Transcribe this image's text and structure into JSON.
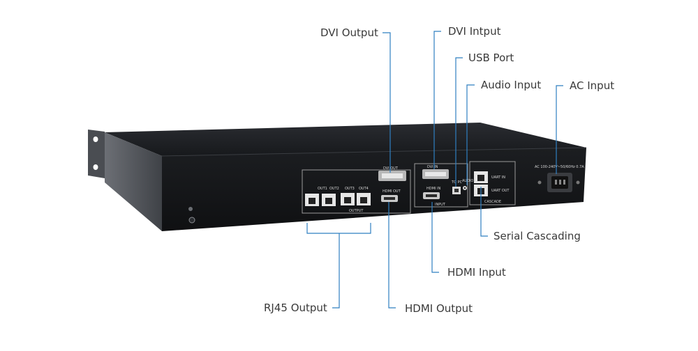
{
  "callouts": {
    "dvi_output": "DVI Output",
    "dvi_input": "DVI Intput",
    "usb_port": "USB Port",
    "audio_input": "Audio Input",
    "ac_input": "AC Input",
    "serial_cascading": "Serial Cascading",
    "hdmi_input": "HDMI Input",
    "rj45_output": "RJ45 Output",
    "hdmi_output": "HDMI Output"
  },
  "panel_labels": {
    "out1": "OUT1",
    "out2": "OUT2",
    "out3": "OUT3",
    "out4": "OUT4",
    "output": "OUTPUT",
    "hdmi_out": "HDMI OUT",
    "dvi_out": "DVI OUT",
    "dvi_in": "DVI IN",
    "hdmi_in": "HDMI IN",
    "to_pc": "TO PC",
    "audio": "AUDIO",
    "input": "INPUT",
    "uart_in": "UART IN",
    "uart_out": "UART OUT",
    "cascade": "CASCADE",
    "ac_rating": "AC 100-240V~50/60Hz 0.7A"
  },
  "colors": {
    "leader_line": "#2f7fc1",
    "chassis_side": "#5a5d63",
    "chassis_top": "#1e2024",
    "chassis_back": "#15171a",
    "panel_label": "#d6d6d6"
  }
}
